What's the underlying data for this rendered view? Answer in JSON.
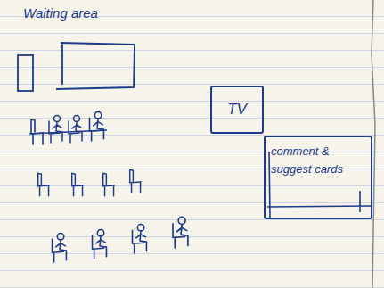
{
  "diagram": {
    "title": "Waiting area",
    "nodes": [
      {
        "text": [
          "TV"
        ]
      },
      {
        "text": [
          "comment & suggest cards"
        ]
      }
    ]
  }
}
